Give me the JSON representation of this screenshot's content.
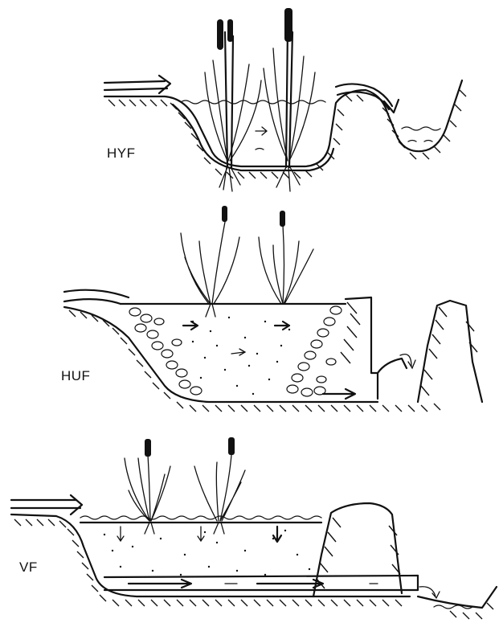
{
  "panels": [
    {
      "id": "hyf",
      "label": "HYF"
    },
    {
      "id": "huf",
      "label": "HUF"
    },
    {
      "id": "vf",
      "label": "VF"
    }
  ]
}
